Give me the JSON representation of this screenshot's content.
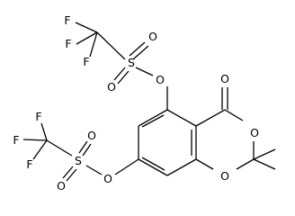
{
  "molecule": {
    "atoms": {
      "f_top_1": "F",
      "f_top_2": "F",
      "f_top_3": "F",
      "s_top": "S",
      "o_top_1": "O",
      "o_top_2": "O",
      "o_top_link": "O",
      "o_carbonyl": "O",
      "o_ring_1": "O",
      "o_ring_2": "O",
      "f_bot_1": "F",
      "f_bot_2": "F",
      "f_bot_3": "F",
      "s_bot": "S",
      "o_bot_1": "O",
      "o_bot_2": "O",
      "o_bot_link": "O"
    }
  }
}
